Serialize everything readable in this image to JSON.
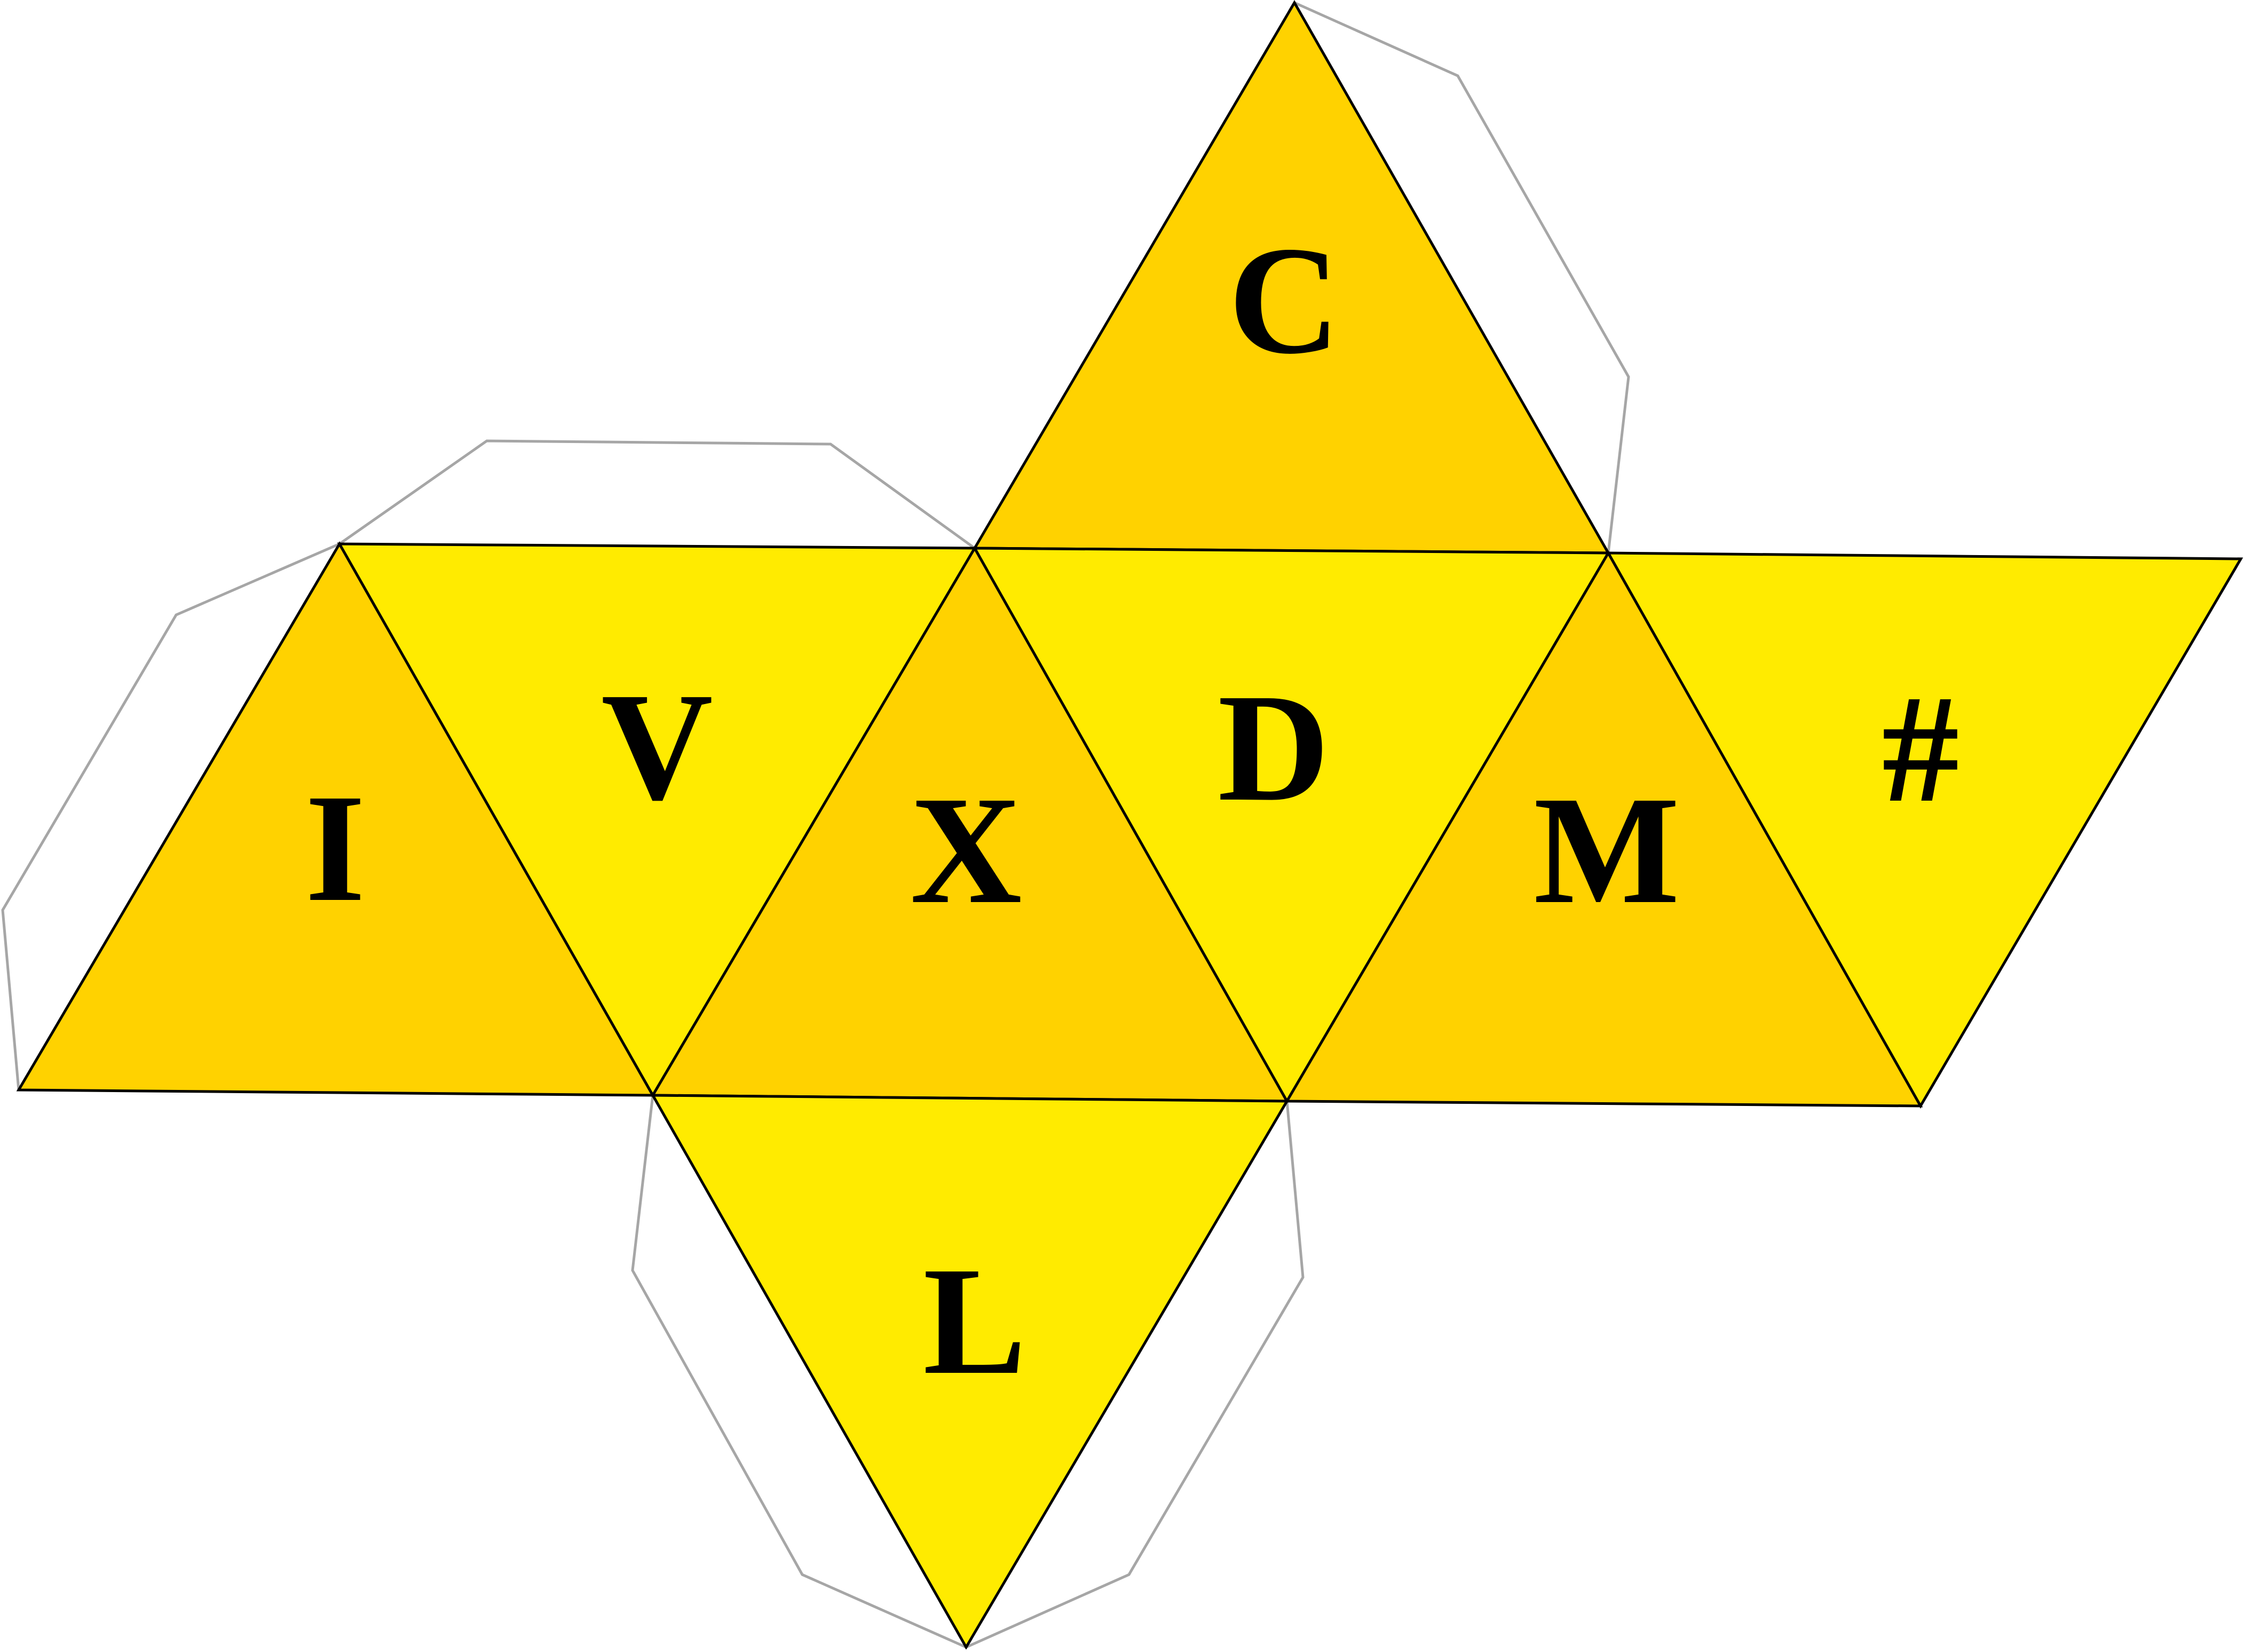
{
  "net": {
    "colors": {
      "face_dark": "#FFD200",
      "face_light": "#FFEB00",
      "edge": "#000000",
      "glue_tab_outline": "#A6A6A6",
      "background": "#FFFFFF"
    },
    "faces": [
      {
        "id": "I",
        "label": "I",
        "shade": "dark"
      },
      {
        "id": "V",
        "label": "V",
        "shade": "light"
      },
      {
        "id": "X",
        "label": "X",
        "shade": "dark"
      },
      {
        "id": "C",
        "label": "C",
        "shade": "dark"
      },
      {
        "id": "D",
        "label": "D",
        "shade": "light"
      },
      {
        "id": "M",
        "label": "M",
        "shade": "dark"
      },
      {
        "id": "hash",
        "label": "#",
        "shade": "light"
      },
      {
        "id": "L",
        "label": "L",
        "shade": "light"
      }
    ]
  }
}
